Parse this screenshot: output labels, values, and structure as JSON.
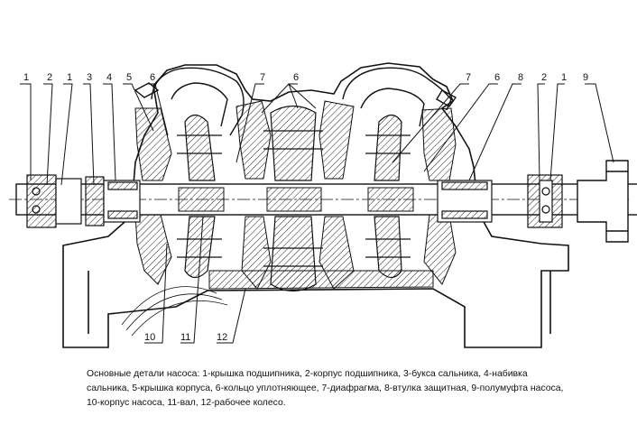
{
  "callouts": {
    "top": [
      {
        "id": "c1a",
        "text": "1"
      },
      {
        "id": "c2a",
        "text": "2"
      },
      {
        "id": "c1b",
        "text": "1"
      },
      {
        "id": "c3",
        "text": "3"
      },
      {
        "id": "c4",
        "text": "4"
      },
      {
        "id": "c5",
        "text": "5"
      },
      {
        "id": "c6a",
        "text": "6"
      },
      {
        "id": "c7a",
        "text": "7"
      },
      {
        "id": "c6b",
        "text": "6"
      },
      {
        "id": "c7b",
        "text": "7"
      },
      {
        "id": "c6c",
        "text": "6"
      },
      {
        "id": "c8",
        "text": "8"
      },
      {
        "id": "c2b",
        "text": "2"
      },
      {
        "id": "c1c",
        "text": "1"
      },
      {
        "id": "c9",
        "text": "9"
      }
    ],
    "bottom": [
      {
        "id": "c10",
        "text": "10"
      },
      {
        "id": "c11",
        "text": "11"
      },
      {
        "id": "c12",
        "text": "12"
      }
    ]
  },
  "caption": {
    "line1": "Основные детали насоса: 1-крышка подшипника, 2-корпус подшипника, 3-букса сальника, 4-набивка",
    "line2": "сальника, 5-крышка корпуса, 6-кольцо уплотняющее, 7-диафрагма, 8-втулка защитная, 9-полумуфта насоса,",
    "line3": "10-корпус насоса, 11-вал, 12-рабочее колесо."
  }
}
